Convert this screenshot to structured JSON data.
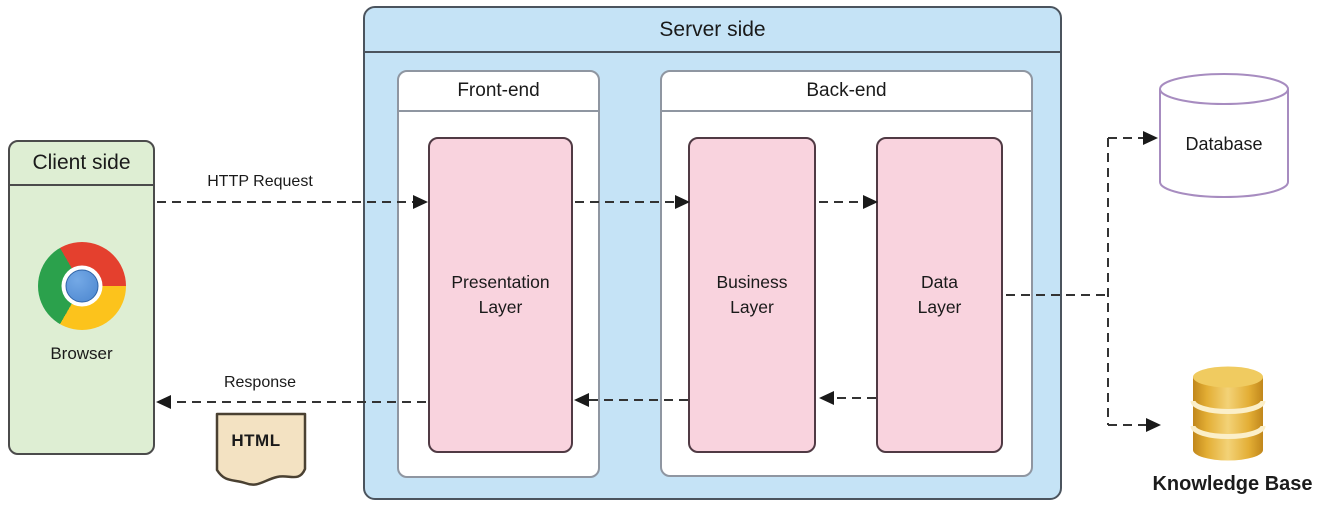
{
  "client": {
    "title": "Client side",
    "browser_label": "Browser"
  },
  "server": {
    "title": "Server side",
    "frontend": {
      "title": "Front-end",
      "layers": [
        {
          "label": "Presentation\nLayer"
        }
      ]
    },
    "backend": {
      "title": "Back-end",
      "layers": [
        {
          "label": "Business\nLayer"
        },
        {
          "label": "Data\nLayer"
        }
      ]
    }
  },
  "flows": {
    "http_request": "HTTP Request",
    "response": "Response",
    "html_doc": "HTML"
  },
  "external": {
    "database": "Database",
    "knowledge_base": "Knowledge Base"
  },
  "colors": {
    "client_green": "#deeed3",
    "server_blue": "#c5e3f6",
    "layer_pink": "#f9d3de",
    "panel_border": "#4b4b4b",
    "server_border": "#4b545e",
    "inner_border": "#8f96a1",
    "pink_border": "#503a44",
    "db_purple": "#a78cc0",
    "html_tan": "#f3e2c2",
    "html_border": "#4a4132",
    "gold_light": "#f0cb60",
    "gold_dark": "#c1871b",
    "arrow": "#333333",
    "chrome_red": "#e4402e",
    "chrome_yellow": "#fcc31c",
    "chrome_green": "#2ba14c",
    "chrome_blue": "#4c86cf",
    "text": "#1a1a1a"
  }
}
